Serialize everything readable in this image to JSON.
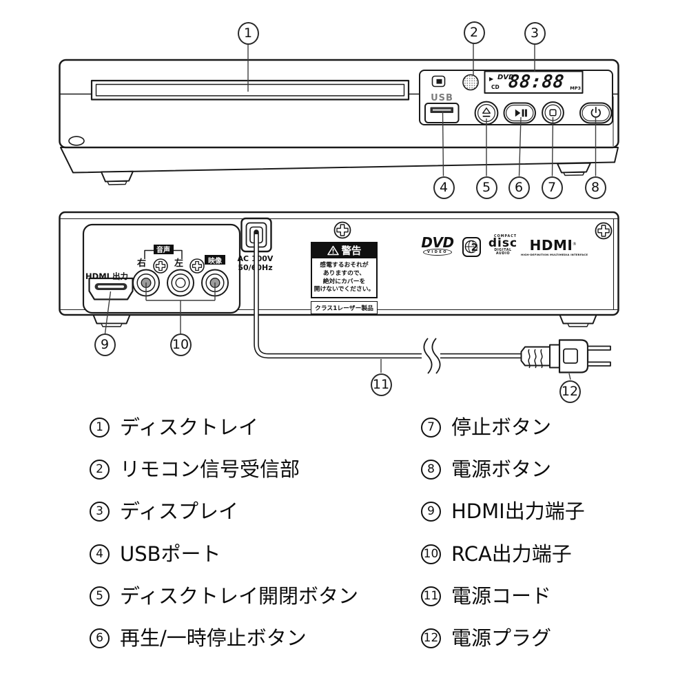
{
  "colors": {
    "ink": "#1a1a1a",
    "badge_bg": "#101010"
  },
  "front_panel": {
    "usb_label": "USB",
    "display": {
      "play_indicator": "▶",
      "dvd_indicator": "DVD",
      "cd_indicator": "CD",
      "time_digits": "88:88",
      "mp3_indicator": "MP3"
    }
  },
  "rear_panel": {
    "hdmi_out_label": "HDMI 出力",
    "audio_label": "音声",
    "right_channel_label": "右",
    "left_channel_label": "左",
    "video_label": "映像",
    "ac_rating": [
      "AC 100V",
      "50/60Hz"
    ],
    "warning_label": {
      "title": "警告",
      "body_lines": [
        "感電するおそれが",
        "ありますので、",
        "絶対にカバーを",
        "開けないでください。"
      ],
      "laser_class": "クラス1レーザー製品"
    },
    "logos": {
      "dvd_video_main": "DVD",
      "dvd_video_sub": "VIDEO",
      "region_code": "2",
      "cd_top": "COMPACT",
      "cd_main": "disc",
      "cd_sub": "DIGITAL AUDIO",
      "hdmi_main": "HDMI",
      "hdmi_reg": "®",
      "hdmi_sub": "HIGH-DEFINITION MULTIMEDIA INTERFACE"
    }
  },
  "callout_numbers": [
    "1",
    "2",
    "3",
    "4",
    "5",
    "6",
    "7",
    "8",
    "9",
    "10",
    "11",
    "12"
  ],
  "legend": {
    "left": [
      {
        "num": "1",
        "label": "ディスクトレイ"
      },
      {
        "num": "2",
        "label": "リモコン信号受信部"
      },
      {
        "num": "3",
        "label": "ディスプレイ"
      },
      {
        "num": "4",
        "label": "USBポート"
      },
      {
        "num": "5",
        "label": "ディスクトレイ開閉ボタン"
      },
      {
        "num": "6",
        "label": "再生/一時停止ボタン"
      }
    ],
    "right": [
      {
        "num": "7",
        "label": "停止ボタン"
      },
      {
        "num": "8",
        "label": "電源ボタン"
      },
      {
        "num": "9",
        "label": "HDMI出力端子"
      },
      {
        "num": "10",
        "label": "RCA出力端子"
      },
      {
        "num": "11",
        "label": "電源コード"
      },
      {
        "num": "12",
        "label": "電源プラグ"
      }
    ]
  }
}
